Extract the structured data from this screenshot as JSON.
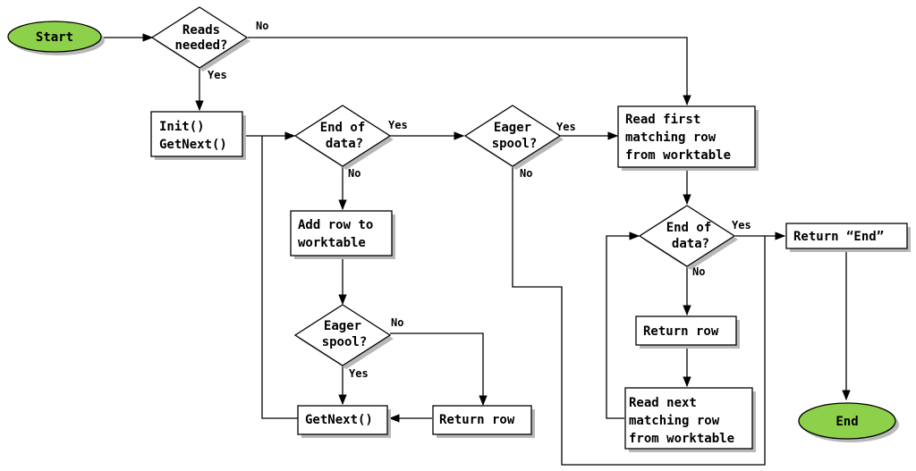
{
  "nodes": {
    "start": "Start",
    "end": "End",
    "reads_needed": [
      "Reads",
      "needed?"
    ],
    "init": [
      "Init()",
      "GetNext()"
    ],
    "end_of_data_1": [
      "End of",
      "data?"
    ],
    "eager_spool_1": [
      "Eager",
      "spool?"
    ],
    "read_first": [
      "Read first",
      "matching row",
      "from worktable"
    ],
    "add_row": [
      "Add row to",
      "worktable"
    ],
    "eager_spool_2": [
      "Eager",
      "spool?"
    ],
    "getnext": "GetNext()",
    "return_row_1": "Return row",
    "end_of_data_2": [
      "End of",
      "data?"
    ],
    "return_end": "Return “End”",
    "return_row_2": "Return row",
    "read_next": [
      "Read next",
      "matching row",
      "from worktable"
    ]
  },
  "edge_labels": {
    "reads_no": "No",
    "reads_yes": "Yes",
    "eod1_yes": "Yes",
    "eod1_no": "No",
    "es1_yes": "Yes",
    "es1_no": "No",
    "es2_no": "No",
    "es2_yes": "Yes",
    "eod2_yes": "Yes",
    "eod2_no": "No"
  },
  "colors": {
    "terminal_fill": "#8dd04a",
    "stroke": "#000000",
    "shadow": "#b8b8b8"
  }
}
